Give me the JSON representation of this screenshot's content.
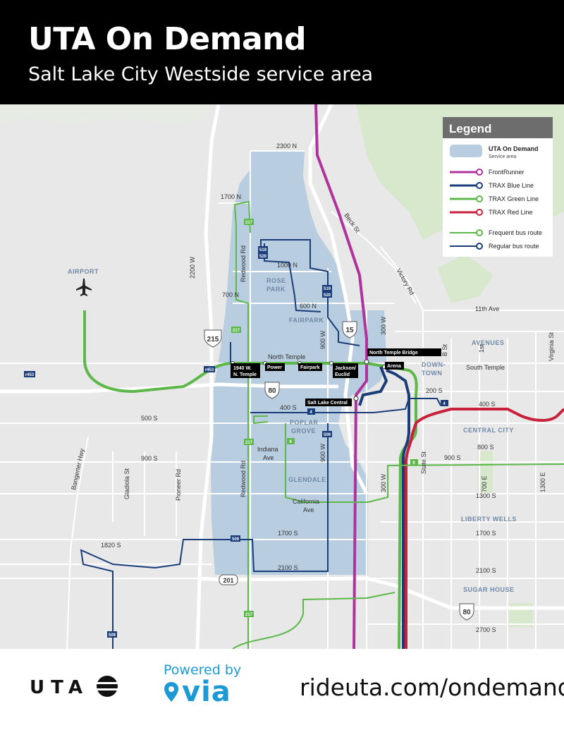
{
  "header": {
    "title": "UTA On Demand",
    "subtitle": "Salt Lake City Westside service area"
  },
  "legend": {
    "title": "Legend",
    "items": [
      {
        "label": "UTA On Demand",
        "sublabel": "Service area",
        "color": "#b8cddf"
      },
      {
        "label": "FrontRunner",
        "color": "#b0329c"
      },
      {
        "label": "TRAX Blue Line",
        "color": "#1a3d7a"
      },
      {
        "label": "TRAX Green Line",
        "color": "#5cb848"
      },
      {
        "label": "TRAX Red Line",
        "color": "#c8203a"
      },
      {
        "label": "Frequent bus route",
        "color": "#5cb848"
      },
      {
        "label": "Regular bus route",
        "color": "#1a3d7a"
      }
    ]
  },
  "map": {
    "streets": {
      "s2300n": "2300 N",
      "s1700n": "1700 N",
      "s1000n": "1000 N",
      "s700n": "700 N",
      "s600n": "600 N",
      "northtemple": "North Temple",
      "s500s": "500 S",
      "s400s": "400 S",
      "s900s": "900 S",
      "s1700s": "1700 S",
      "s2100s": "2100 S",
      "s1820s": "1820 S",
      "s200s": "200 S",
      "s400se": "400 S",
      "s800s": "800 S",
      "s900se": "900 S",
      "s1300s": "1300 S",
      "s1700se": "1700 S",
      "s2100se": "2100 S",
      "s2700s": "2700 S",
      "redwood1": "Redwood Rd",
      "redwood2": "Redwood Rd",
      "s2200w": "2200 W",
      "s900w1": "900 W",
      "s900w2": "900 W",
      "s300w1": "300 W",
      "s300w2": "300 W",
      "bangerter": "Bangerter Hwy",
      "gladiola": "Gladiola St",
      "pioneer": "Pioneer Rd",
      "beck": "Beck St",
      "victory": "Victory Rd",
      "elevenave": "11th Ave",
      "bst": "B St",
      "firstst": "1st",
      "southtemple": "South Temple",
      "virginia": "Virginia St",
      "statest": "State St",
      "s700e": "700 E",
      "s1300e": "1300 E",
      "indiana": "Indiana",
      "indiana2": "Ave",
      "california": "California",
      "california2": "Ave"
    },
    "neighborhoods": {
      "airport": "AIRPORT",
      "rose1": "ROSE",
      "rose2": "PARK",
      "fairpark": "FAIRPARK",
      "poplar1": "POPLAR",
      "poplar2": "GROVE",
      "glendale": "GLENDALE",
      "avenues": "AVENUES",
      "downtown1": "DOWN-",
      "downtown2": "TOWN",
      "centralcity": "CENTRAL CITY",
      "libertywells": "LIBERTY WELLS",
      "sugarhouse": "SUGAR HOUSE"
    },
    "stations": {
      "northtemplebridge": "North Temple Bridge",
      "arena": "Arena",
      "slc_central": "Salt Lake Central",
      "w1940_1": "1940 W.",
      "w1940_2": "N. Temple",
      "power": "Power",
      "fairpark": "Fairpark",
      "jackson1": "Jackson/",
      "jackson2": "Euclid"
    },
    "shields": {
      "i215": "215",
      "i15": "15",
      "i80a": "80",
      "i80b": "80",
      "sr201": "201"
    },
    "route_badges": {
      "r217a": "217",
      "r217b": "217",
      "r217c": "217",
      "r217d": "217",
      "r519": "519",
      "r520": "520",
      "r519b": "519",
      "r520b": "520",
      "r509a": "509",
      "r509b": "509",
      "r509c": "509",
      "r453a": "r453",
      "r453b": "r453",
      "r4a": "4",
      "r4b": "4",
      "r9a": "9",
      "r9b": "9"
    },
    "colors": {
      "water_land": "#e8e8e8",
      "service_area": "#b8cddf",
      "park": "#d7e8cd",
      "frontrunner": "#b0329c",
      "blue": "#1a3d7a",
      "green": "#5cb848",
      "red": "#c8203a"
    }
  },
  "footer": {
    "uta": "UTA",
    "powered_by": "Powered by",
    "via": "via",
    "url": "rideuta.com/ondemand"
  }
}
